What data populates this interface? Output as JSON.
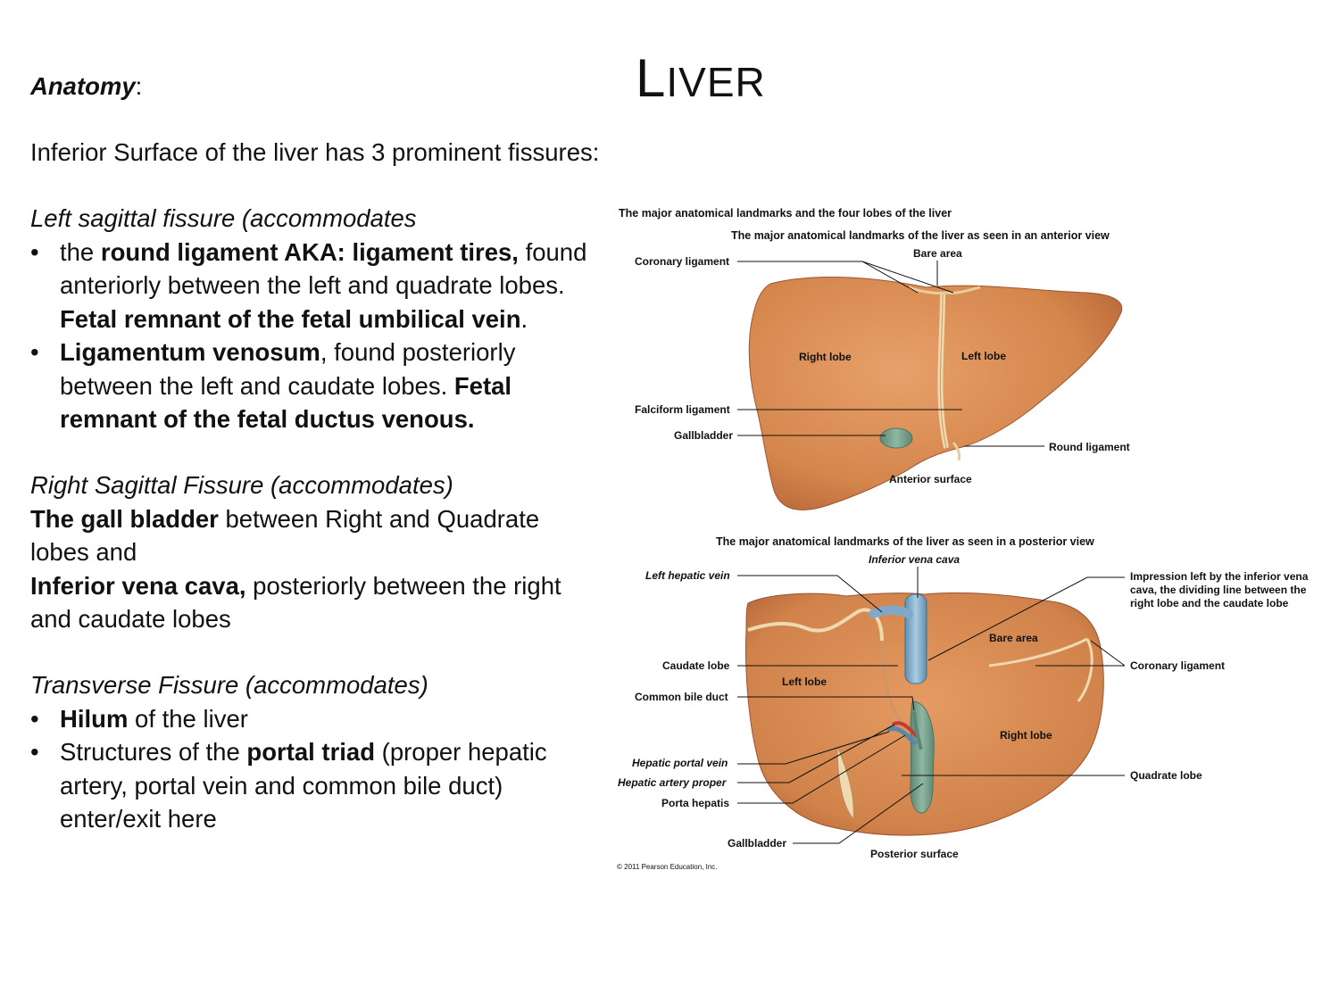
{
  "title": {
    "first": "L",
    "rest": "IVER"
  },
  "left": {
    "heading": "Anatomy",
    "heading_colon": ":",
    "intro": "Inferior Surface of the liver has 3 prominent fissures:",
    "left_sagittal": {
      "heading": "Left sagittal fissure (accommodates",
      "bullet1": {
        "pre": " the ",
        "bold1": "round ligament AKA: ligament tires,",
        "mid": " found anteriorly between the left and quadrate lobes.  ",
        "bold2": "Fetal remnant of the fetal umbilical vein",
        "post": "."
      },
      "bullet2": {
        "bold1": "Ligamentum venosum",
        "mid": ", found posteriorly between the left and caudate lobes. ",
        "bold2": "Fetal remnant of the fetal ductus venous."
      }
    },
    "right_sagittal": {
      "heading": "Right Sagittal Fissure (accommodates)",
      "line1_bold": "The gall bladder",
      "line1_rest": " between Right and Quadrate lobes and",
      "line2_bold": "Inferior vena cava,",
      "line2_rest": " posteriorly between the right and caudate lobes"
    },
    "transverse": {
      "heading": "Transverse Fissure (accommodates)",
      "bullet1_bold": "Hilum",
      "bullet1_rest": " of the liver",
      "bullet2_pre": "Structures of the ",
      "bullet2_bold": "portal triad",
      "bullet2_rest": " (proper hepatic artery, portal vein and common bile duct) enter/exit here"
    },
    "bullet_char": "•"
  },
  "figure": {
    "main_caption": "The major anatomical landmarks and the four lobes of the liver",
    "anterior": {
      "caption": "The major anatomical landmarks of the liver as seen in an anterior view",
      "coronary_ligament": "Coronary ligament",
      "bare_area": "Bare area",
      "right_lobe": "Right lobe",
      "left_lobe": "Left lobe",
      "falciform_ligament": "Falciform ligament",
      "gallbladder": "Gallbladder",
      "round_ligament": "Round ligament",
      "surface": "Anterior surface"
    },
    "posterior": {
      "caption": "The major anatomical landmarks of the liver as seen in a posterior view",
      "inferior_vena_cava": "Inferior vena cava",
      "left_hepatic_vein": "Left hepatic vein",
      "impression": [
        "Impression left by the inferior vena",
        "cava, the dividing line between the",
        "right lobe and the caudate lobe"
      ],
      "bare_area": "Bare area",
      "caudate_lobe": "Caudate lobe",
      "coronary_ligament": "Coronary ligament",
      "left_lobe": "Left lobe",
      "common_bile_duct": "Common bile duct",
      "right_lobe": "Right lobe",
      "hepatic_portal_vein": "Hepatic portal vein",
      "quadrate_lobe": "Quadrate lobe",
      "hepatic_artery_proper": "Hepatic artery proper",
      "porta_hepatis": "Porta hepatis",
      "gallbladder": "Gallbladder",
      "surface": "Posterior surface",
      "copyright": "© 2011 Pearson Education, Inc."
    }
  },
  "colors": {
    "liver": "#d98a4e",
    "liver_dark": "#b8683a",
    "ligament": "#efd9b0",
    "vein_blue": "#7fa9c9",
    "gallbladder": "#6f9a86"
  }
}
